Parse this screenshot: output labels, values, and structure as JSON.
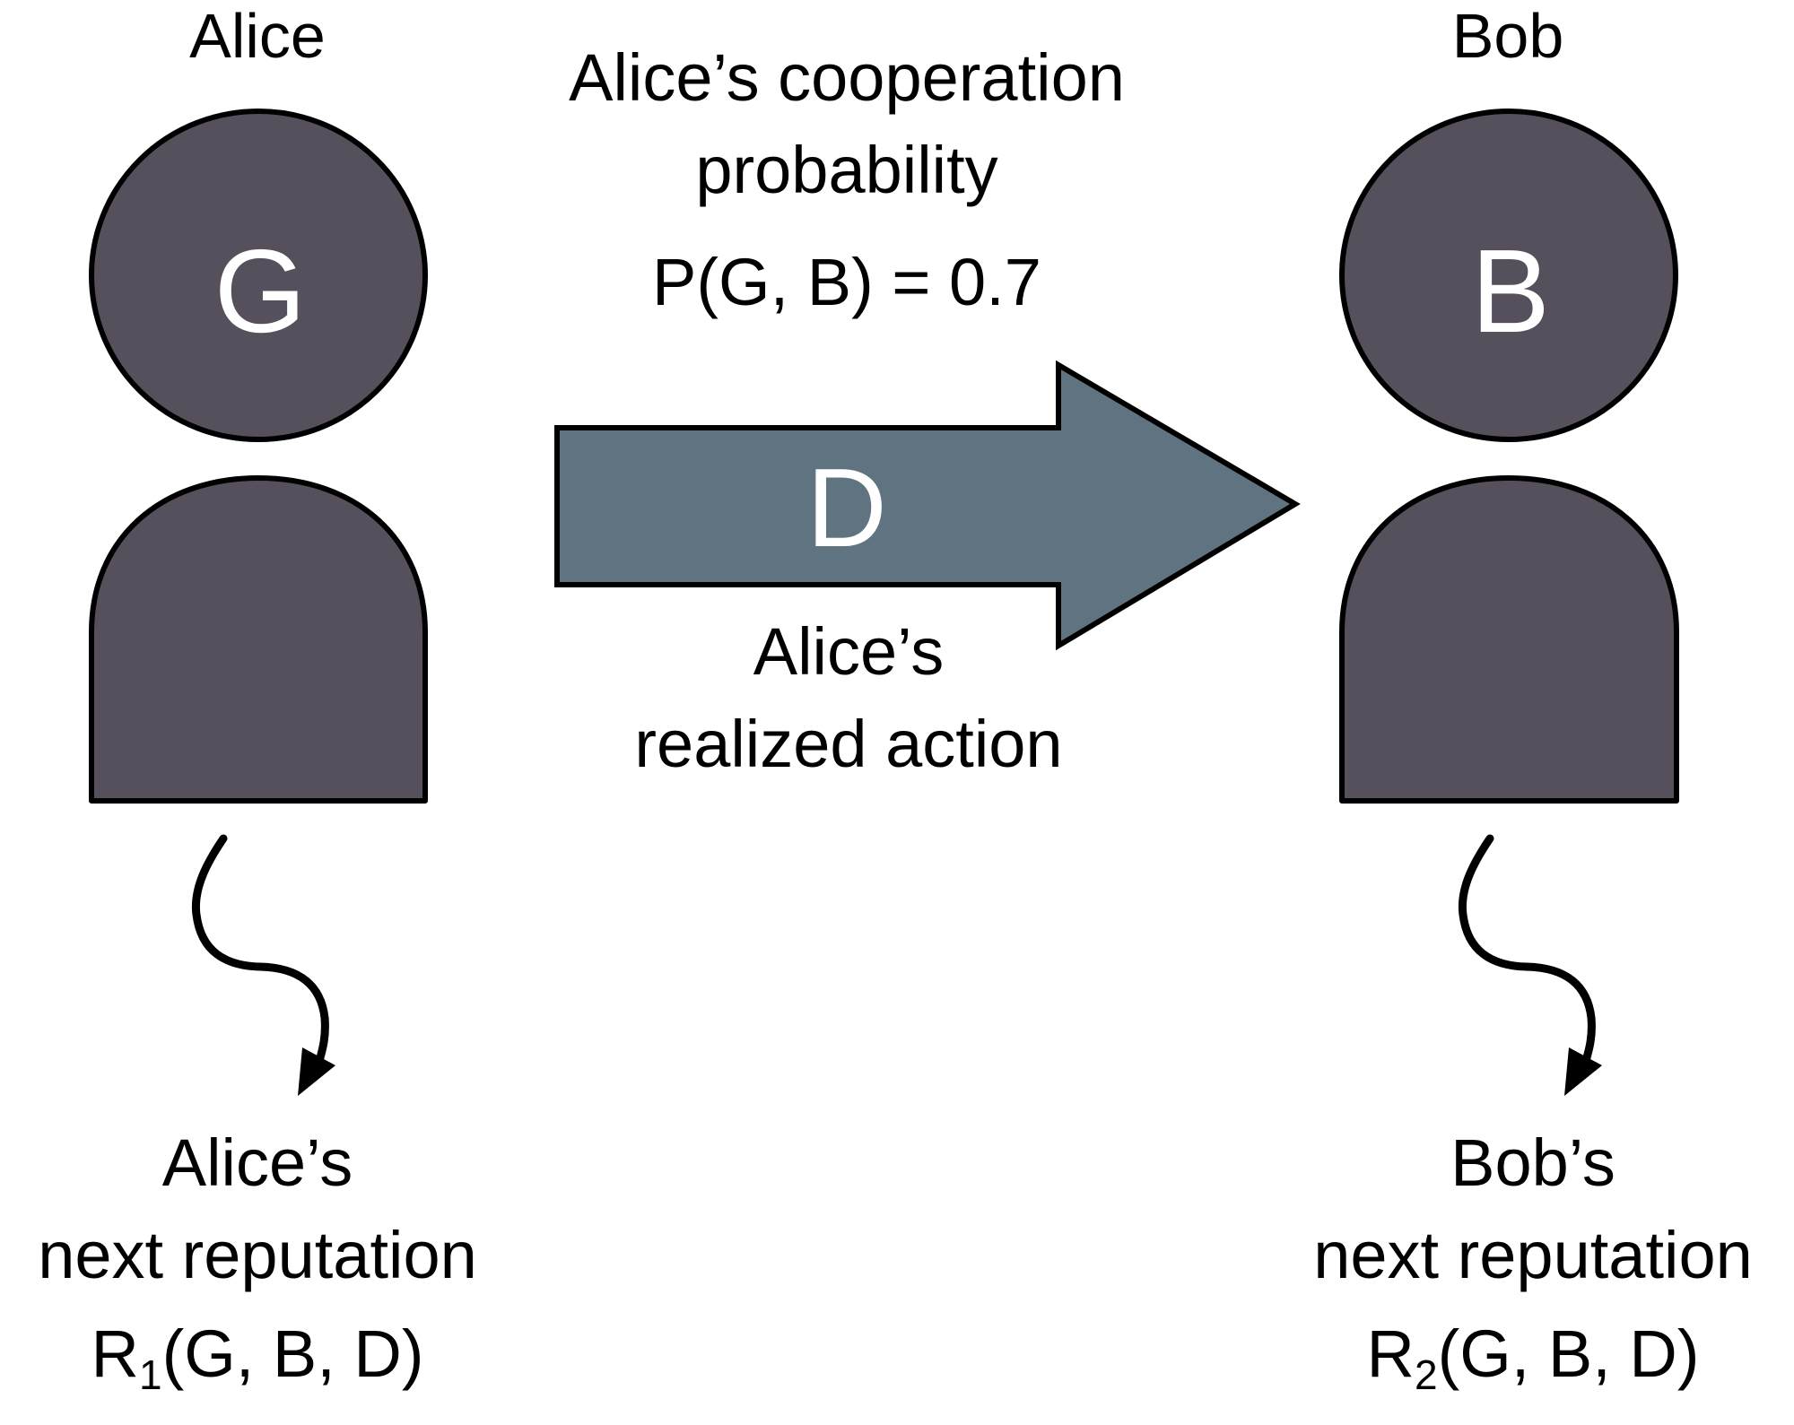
{
  "colors": {
    "person_fill": "#55505C",
    "arrow_fill": "#5F7380",
    "stroke": "#000000",
    "background": "#FFFFFF",
    "text": "#000000",
    "glyph_text": "#FFFFFF"
  },
  "alice": {
    "name": "Alice",
    "state": "G",
    "next_reputation_label": [
      "Alice’s",
      "next reputation"
    ],
    "formula": {
      "func": "R",
      "sub": "1",
      "args": "(G, B, D)"
    }
  },
  "bob": {
    "name": "Bob",
    "state": "B",
    "next_reputation_label": [
      "Bob’s",
      "next reputation"
    ],
    "formula": {
      "func": "R",
      "sub": "2",
      "args": "(G, B, D)"
    }
  },
  "cooperation": {
    "label": [
      "Alice’s cooperation",
      "probability"
    ],
    "formula": "P(G, B) = 0.7",
    "probability": 0.7
  },
  "action": {
    "symbol": "D",
    "label": [
      "Alice’s",
      "realized action"
    ]
  }
}
